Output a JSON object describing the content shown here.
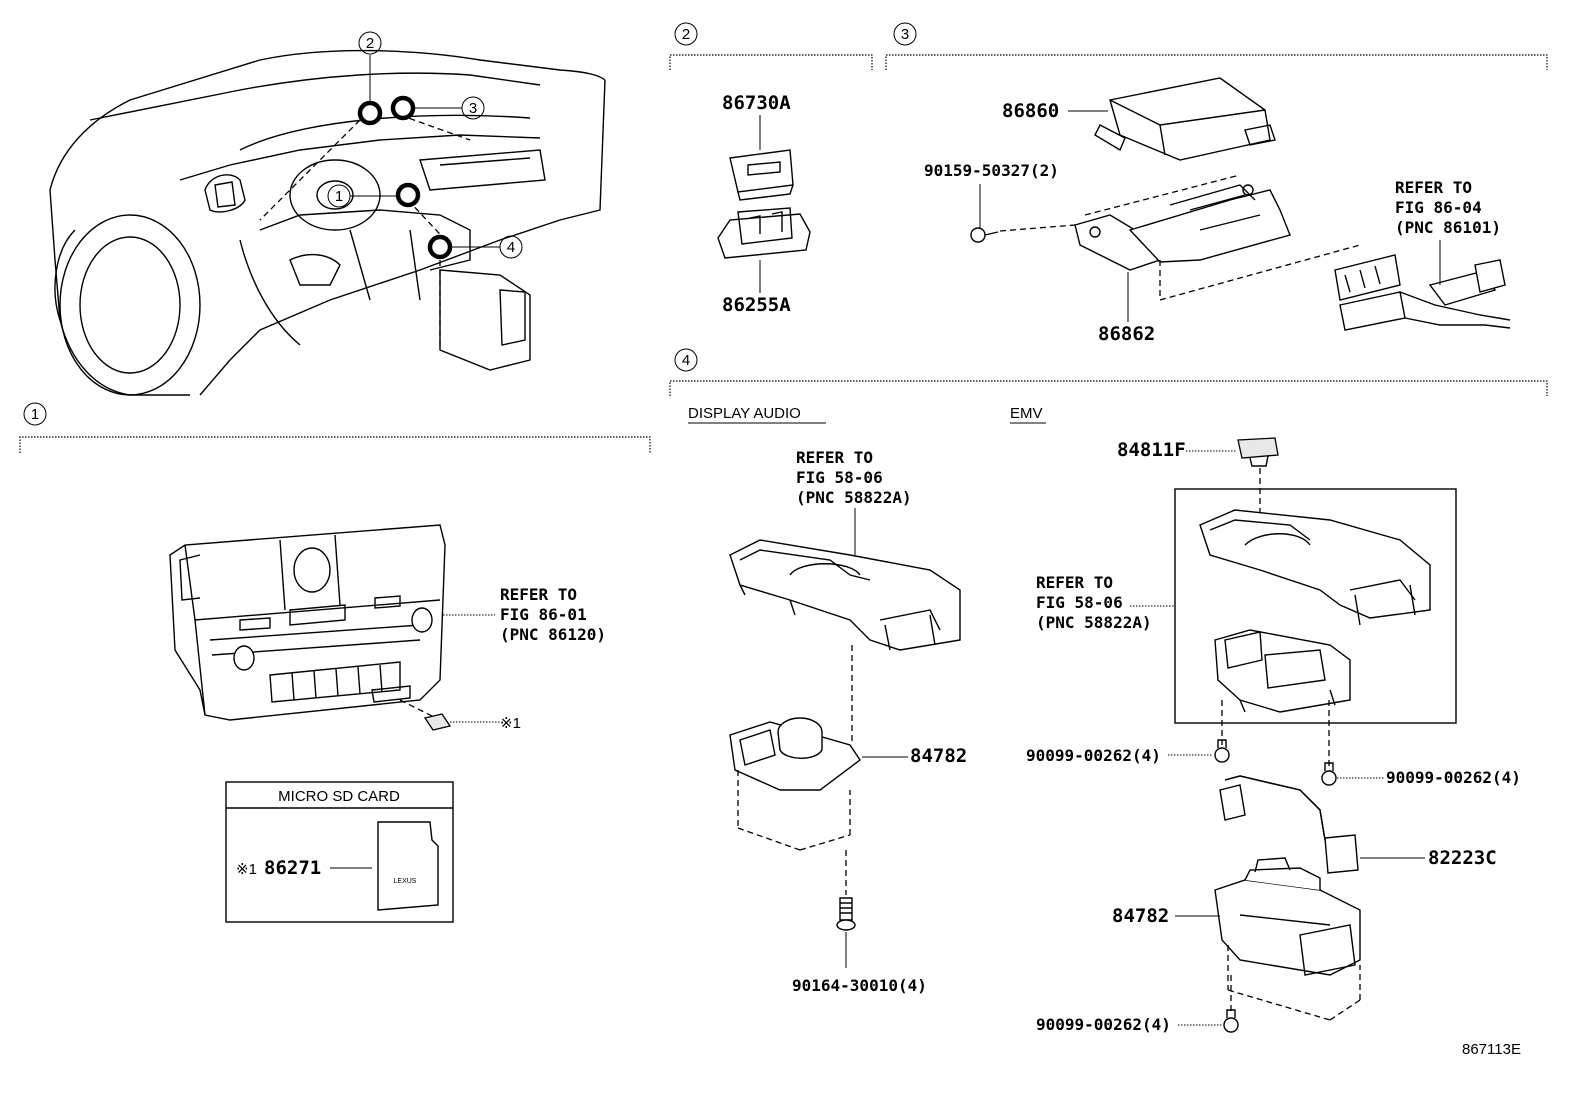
{
  "diagram_id": "867113E",
  "callouts": {
    "c1": "1",
    "c2": "2",
    "c3": "3",
    "c4": "4"
  },
  "section1": {
    "number": "1",
    "refer": [
      "REFER TO",
      "FIG 86-01",
      "(PNC 86120)"
    ],
    "note_mark": "※1",
    "sd_box_title": "MICRO SD CARD",
    "sd_mark": "※1",
    "sd_part": "86271",
    "sd_logo": "LEXUS"
  },
  "section2": {
    "number": "2",
    "part_top": "86730A",
    "part_bottom": "86255A"
  },
  "section3": {
    "number": "3",
    "part_ecu": "86860",
    "part_screw": "90159-50327(2)",
    "part_bracket": "86862",
    "refer": [
      "REFER TO",
      "FIG 86-04",
      "(PNC 86101)"
    ]
  },
  "section4": {
    "number": "4",
    "left_title": "DISPLAY AUDIO",
    "right_title": "EMV",
    "left_refer": [
      "REFER TO",
      "FIG 58-06",
      "(PNC 58822A)"
    ],
    "left_part_knob": "84782",
    "left_part_screw": "90164-30010(4)",
    "right_part_cap": "84811F",
    "right_refer": [
      "REFER TO",
      "FIG 58-06",
      "(PNC 58822A)"
    ],
    "right_screw_left": "90099-00262(4)",
    "right_screw_right": "90099-00262(4)",
    "right_part_cable": "82223C",
    "right_part_knob": "84782",
    "right_screw_bottom": "90099-00262(4)"
  }
}
